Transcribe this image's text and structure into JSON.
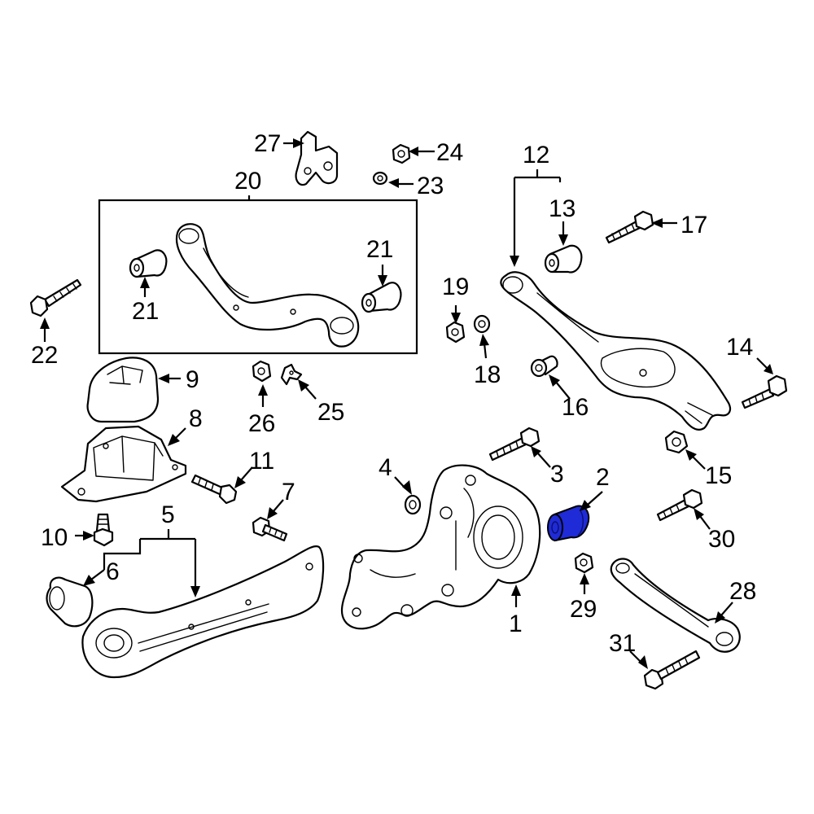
{
  "callouts": {
    "c1": "1",
    "c2": "2",
    "c3": "3",
    "c4": "4",
    "c5": "5",
    "c6": "6",
    "c7": "7",
    "c8": "8",
    "c9": "9",
    "c10": "10",
    "c11": "11",
    "c12": "12",
    "c13": "13",
    "c14": "14",
    "c15": "15",
    "c16": "16",
    "c17": "17",
    "c18": "18",
    "c19": "19",
    "c20": "20",
    "c21a": "21",
    "c21b": "21",
    "c22": "22",
    "c23": "23",
    "c24": "24",
    "c25": "25",
    "c26": "26",
    "c27": "27",
    "c28": "28",
    "c29": "29",
    "c30": "30",
    "c31": "31"
  },
  "colors": {
    "highlight": "#1f2bd6",
    "line": "#000000",
    "background": "#ffffff"
  },
  "highlighted_part": "2"
}
